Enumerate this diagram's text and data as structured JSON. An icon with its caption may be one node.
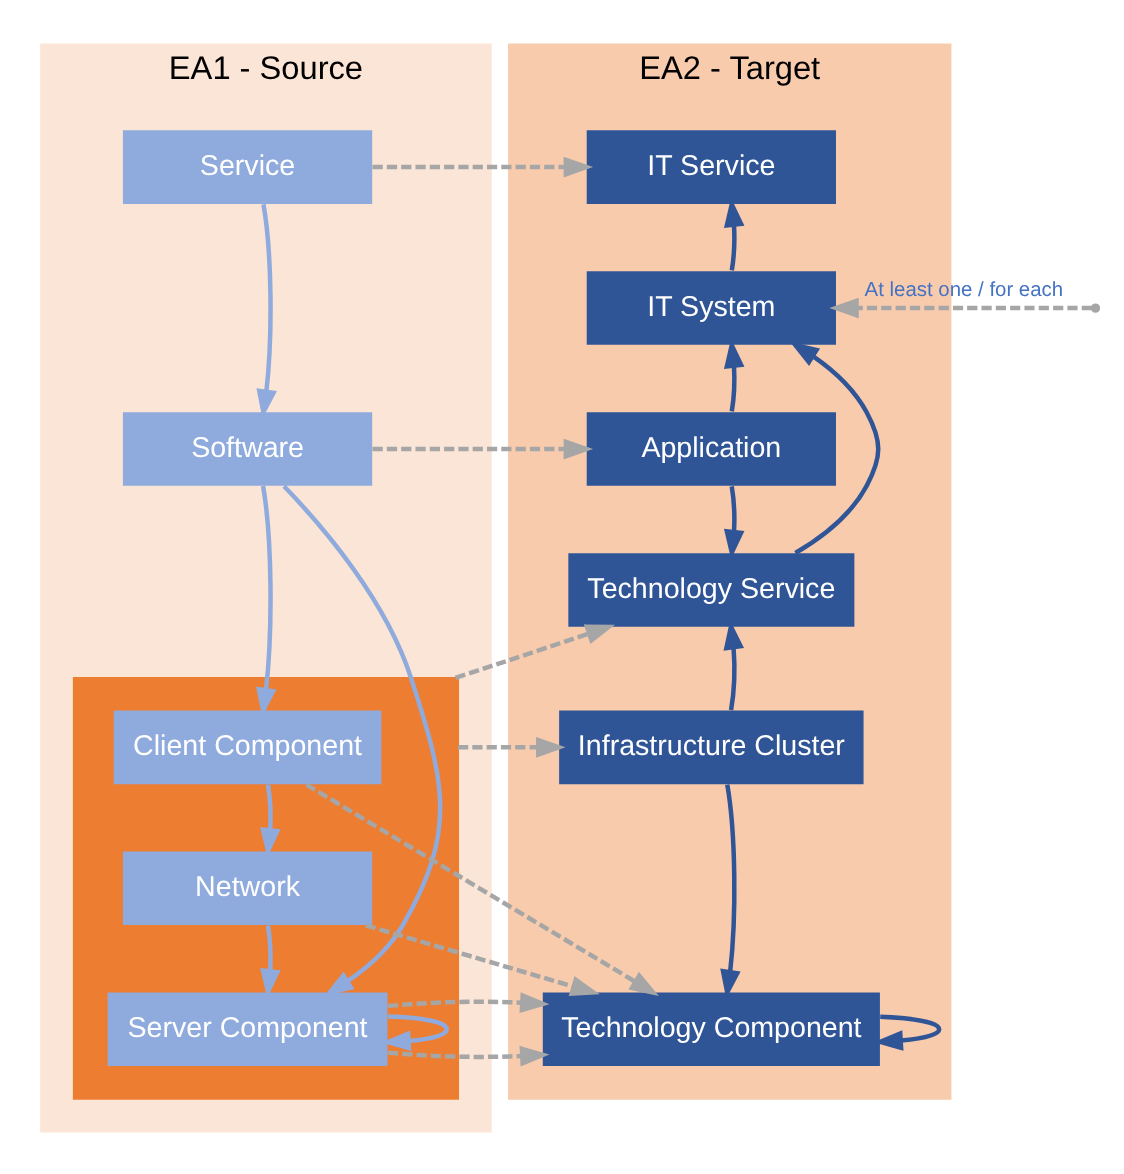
{
  "diagram": {
    "nodes": [
      {
        "text": [
          "EA1 - Source"
        ]
      },
      {
        "text": [
          "Service"
        ],
        "in": 0
      },
      {
        "text": [
          "Software"
        ],
        "in": 0
      },
      {
        "text": [],
        "shape": "box",
        "in": 0
      },
      {
        "text": [
          "Client Component"
        ],
        "in": 3
      },
      {
        "text": [
          "Network"
        ],
        "in": 3
      },
      {
        "text": [
          "Server Component"
        ],
        "in": 3
      },
      {
        "text": [
          "EA2 - Target"
        ]
      },
      {
        "text": [
          "IT Service"
        ],
        "in": 7
      },
      {
        "text": [
          "IT System"
        ],
        "in": 7
      },
      {
        "text": [
          "Application"
        ],
        "in": 7
      },
      {
        "text": [
          "Technology Service"
        ],
        "in": 7
      },
      {
        "text": [
          "Infrastructure Cluster"
        ],
        "in": 7
      },
      {
        "text": [
          "Technology Component"
        ],
        "in": 7
      }
    ],
    "edges": [
      {
        "from": 1,
        "to": 8,
        "arrow": "to",
        "style": "dashed"
      },
      {
        "from": 1,
        "to": 2,
        "arrow": "to",
        "color": "#8faadc"
      },
      {
        "from": null,
        "to": 9,
        "arrow": "to",
        "style": "dashed",
        "label": "At least one / for each"
      },
      {
        "from": 2,
        "to": 10,
        "arrow": "to",
        "style": "dashed"
      },
      {
        "from": 2,
        "to": 4,
        "arrow": "to",
        "color": "#8faadc"
      },
      {
        "from": 2,
        "to": 6,
        "arrow": "to",
        "color": "#8faadc"
      },
      {
        "from": 4,
        "to": 5,
        "arrow": "to",
        "color": "#8faadc"
      },
      {
        "from": 5,
        "to": 6,
        "arrow": "to",
        "color": "#8faadc"
      },
      {
        "from": 6,
        "to": 6,
        "arrow": "to",
        "color": "#8faadc"
      },
      {
        "from": 3,
        "to": 11,
        "arrow": "to",
        "style": "dashed"
      },
      {
        "from": 3,
        "to": 12,
        "arrow": "to",
        "style": "dashed"
      },
      {
        "from": 4,
        "to": 13,
        "arrow": "to",
        "style": "dashed"
      },
      {
        "from": 6,
        "to": 13,
        "arrow": "to",
        "style": "dashed"
      },
      {
        "from": 5,
        "to": 13,
        "arrow": "to",
        "style": "dashed"
      },
      {
        "from": 6,
        "to": 13,
        "arrow": "to",
        "style": "dashed"
      },
      {
        "from": 9,
        "to": 8,
        "arrow": "to",
        "color": "#2f5597"
      },
      {
        "from": 10,
        "to": 9,
        "arrow": "to",
        "color": "#2f5597"
      },
      {
        "from": 11,
        "to": 9,
        "arrow": "to",
        "color": "#2f5597"
      },
      {
        "from": 10,
        "to": 11,
        "arrow": "to",
        "color": "#2f5597"
      },
      {
        "from": 12,
        "to": 11,
        "arrow": "to",
        "color": "#2f5597"
      },
      {
        "from": 12,
        "to": 13,
        "arrow": "to",
        "color": "#2f5597"
      },
      {
        "from": 13,
        "to": 13,
        "arrow": "to",
        "color": "#2f5597"
      }
    ]
  }
}
